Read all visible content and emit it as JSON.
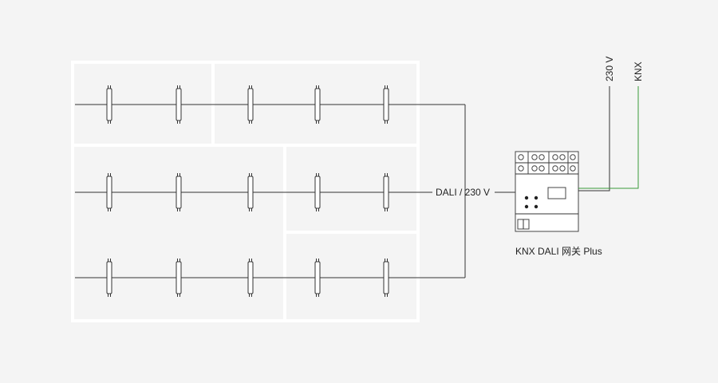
{
  "bus_label": "DALI / 230 V",
  "supply_labels": [
    "230 V",
    "KNX"
  ],
  "device_name": "KNX DALI 网关 Plus",
  "colors": {
    "background": "#f4f4f4",
    "rooms": "#ffffff",
    "wire": "#333333",
    "knx_wire": "#3a9a3a"
  },
  "lamp_rows": [
    {
      "row": 1,
      "lamps": 5
    },
    {
      "row": 2,
      "lamps": 5
    },
    {
      "row": 3,
      "lamps": 5
    }
  ]
}
